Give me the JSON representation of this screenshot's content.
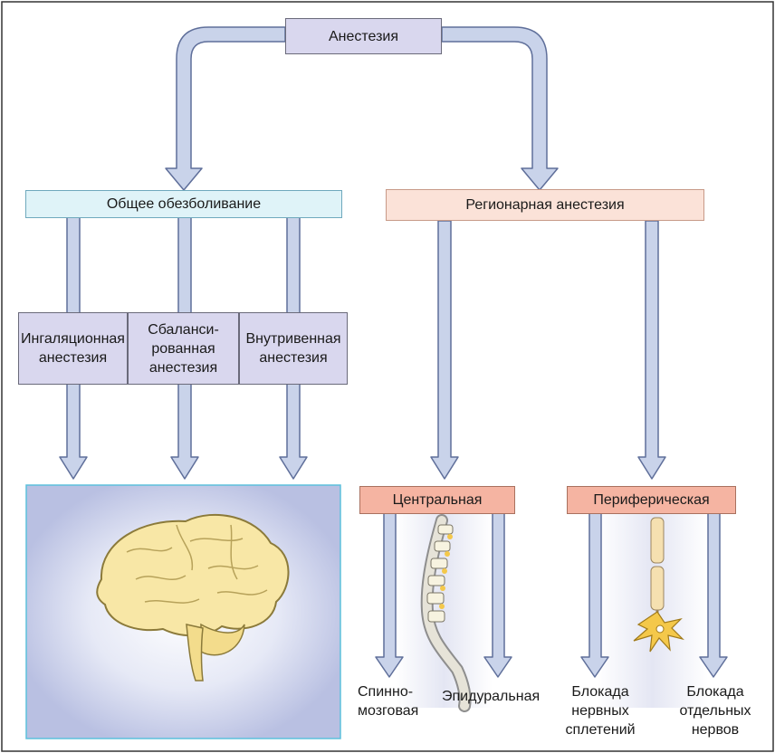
{
  "diagram": {
    "root": "Анестезия",
    "general": "Общее обезболивание",
    "regional": "Регионарная анестезия",
    "general_types": {
      "inhalation": "Ингаляционная\nанестезия",
      "balanced": "Сбаланси-\nрованная\nанестезия",
      "intravenous": "Внутривенная\nанестезия"
    },
    "central": "Центральная",
    "peripheral": "Периферическая",
    "spinal": "Спинно-\nмозговая",
    "epidural": "Эпидуральная",
    "plexus_block": "Блокада\nнервных\nсплетений",
    "nerve_block": "Блокада\nотдельных\nнервов"
  },
  "colors": {
    "arrow_fill": "#c9d3ea",
    "arrow_stroke": "#5f6f9a",
    "root_box": "#d9d7ee",
    "general_box": "#dff3f8",
    "regional_box": "#fbe2d8",
    "type_box": "#d9d7ee",
    "central_box": "#f5b4a2",
    "peripheral_box": "#f5b4a2",
    "brain_panel_border": "#5cc0dc",
    "brain": "#f8e7a6",
    "brain_outline": "#8b7a3a"
  }
}
